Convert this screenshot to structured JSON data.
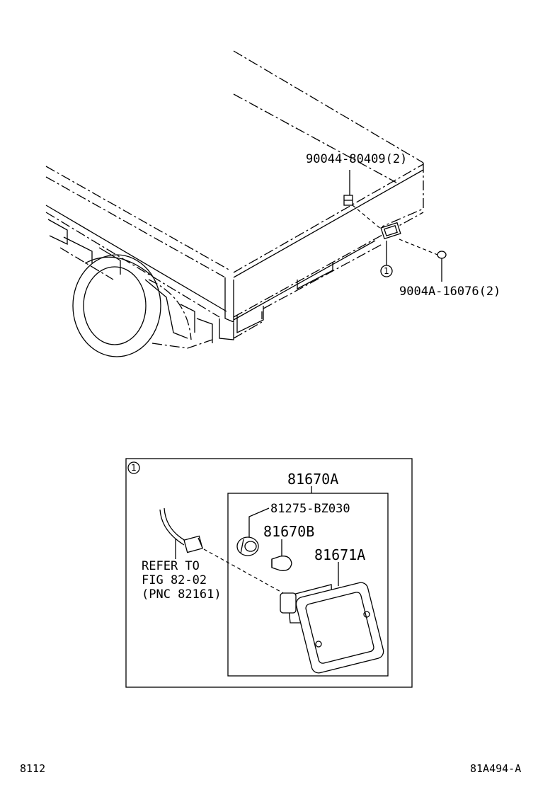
{
  "diagram": {
    "callout_number": "1",
    "parts": {
      "clip_nut": "90044-80409(2)",
      "screw": "9004A-16076(2)",
      "assembly": "81670A",
      "socket": "81275-BZ030",
      "bulb": "81670B",
      "lamp": "81671A"
    },
    "reference": {
      "line1": "REFER TO",
      "line2": "FIG 82-02",
      "line3": "(PNC 82161)"
    }
  },
  "footer": {
    "page_code": "8112",
    "drawing_code": "81A494-A"
  }
}
